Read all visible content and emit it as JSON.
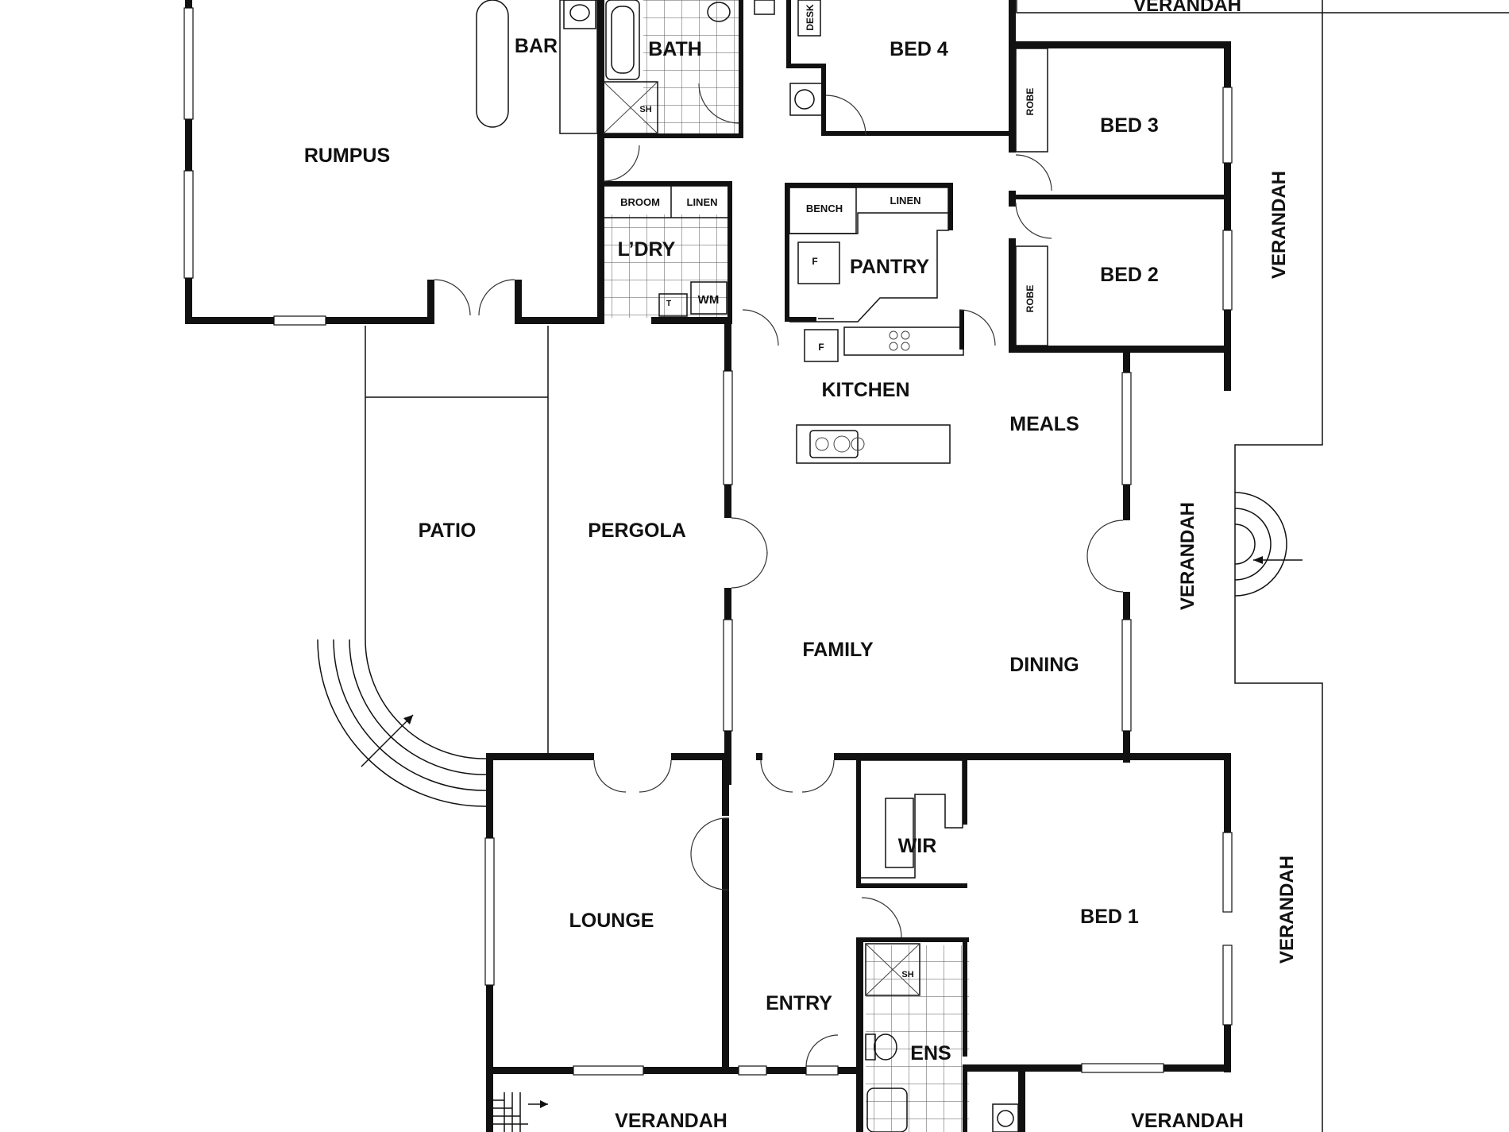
{
  "plan": {
    "rooms": {
      "verandah_top": "VERANDAH",
      "bar": "BAR",
      "bath": "BATH",
      "desk": "DESK",
      "bed4": "BED 4",
      "rumpus": "RUMPUS",
      "robe_upper": "ROBE",
      "bed3": "BED 3",
      "verandah_right_upper": "VERANDAH",
      "broom": "BROOM",
      "linen_laundry": "LINEN",
      "bench": "BENCH",
      "linen_pantry": "LINEN",
      "laundry": "L’DRY",
      "pantry": "PANTRY",
      "bed2": "BED 2",
      "robe_lower": "ROBE",
      "kitchen": "KITCHEN",
      "meals": "MEALS",
      "patio": "PATIO",
      "pergola": "PERGOLA",
      "verandah_right_mid": "VERANDAH",
      "family": "FAMILY",
      "dining": "DINING",
      "wir": "WIR",
      "lounge": "LOUNGE",
      "bed1": "BED 1",
      "verandah_right_lower": "VERANDAH",
      "entry": "ENTRY",
      "ens": "ENS",
      "verandah_bottom_left": "VERANDAH",
      "verandah_bottom_right": "VERANDAH"
    },
    "fixtures": {
      "shower_bath": "SH",
      "shower_ens": "SH",
      "fridge_pantry": "F",
      "fridge_kitchen": "F",
      "washing_machine": "WM",
      "trough": "T"
    }
  }
}
